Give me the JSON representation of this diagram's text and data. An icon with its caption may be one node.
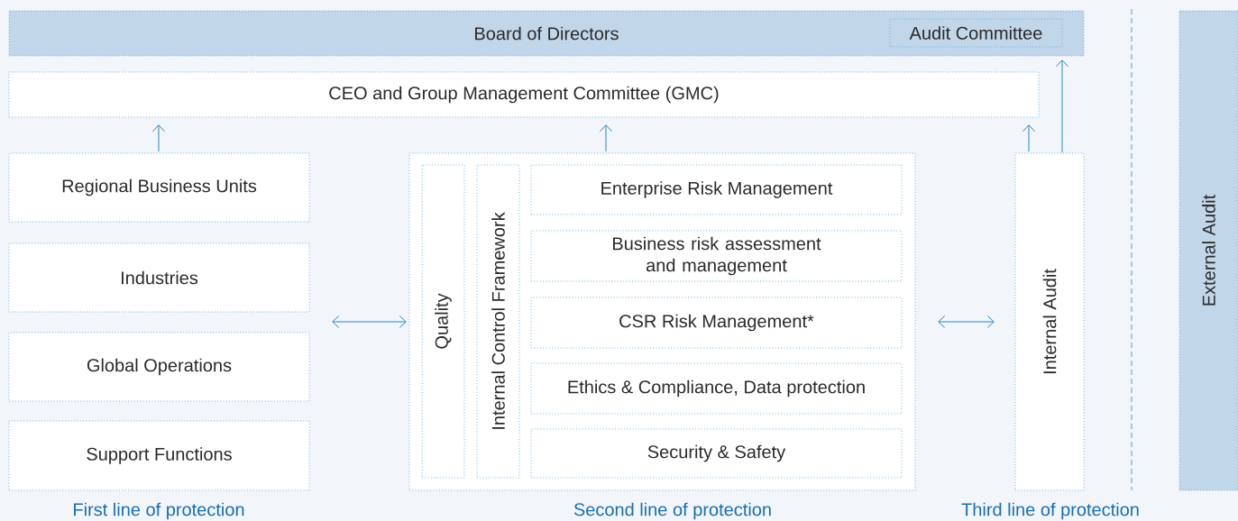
{
  "diagram": {
    "nodes": [
      {
        "text": [
          "Board of Directors"
        ]
      },
      {
        "text": [
          "Audit Committee"
        ],
        "in": 0
      },
      {
        "text": [
          "CEO and Group Management Committee (GMC)"
        ]
      },
      {
        "text": [
          "Regional Business Units"
        ]
      },
      {
        "text": [
          "Industries"
        ]
      },
      {
        "text": [
          "Global Operations"
        ]
      },
      {
        "text": [
          "Support Functions"
        ]
      },
      {
        "text": [],
        "shape": "box"
      },
      {
        "text": [
          "Quality"
        ],
        "in": 7
      },
      {
        "text": [
          "Internal Control Framework"
        ],
        "in": 7
      },
      {
        "text": [
          "Enterprise Risk Management"
        ],
        "in": 7
      },
      {
        "text": [
          "Business risk assessment and management"
        ],
        "in": 7
      },
      {
        "text": [
          "CSR Risk Management*"
        ],
        "in": 7
      },
      {
        "text": [
          "Ethics & Compliance, Data protection"
        ],
        "in": 7
      },
      {
        "text": [
          "Security & Safety"
        ],
        "in": 7
      },
      {
        "text": [
          "Internal Audit"
        ]
      },
      {
        "text": [
          "External Audit"
        ]
      }
    ],
    "edges": [
      {
        "from": 3,
        "to": 2,
        "arrow": "to"
      },
      {
        "from": 7,
        "to": 2,
        "arrow": "to"
      },
      {
        "from": 15,
        "to": 2,
        "arrow": "to"
      },
      {
        "from": 15,
        "to": 0,
        "arrow": "to"
      },
      {
        "from": null,
        "to": 7,
        "arrow": "both"
      },
      {
        "from": 7,
        "to": 15,
        "arrow": "both"
      }
    ],
    "labels": [
      "First line of protection",
      "Second line of protection",
      "Third line of protection"
    ]
  }
}
